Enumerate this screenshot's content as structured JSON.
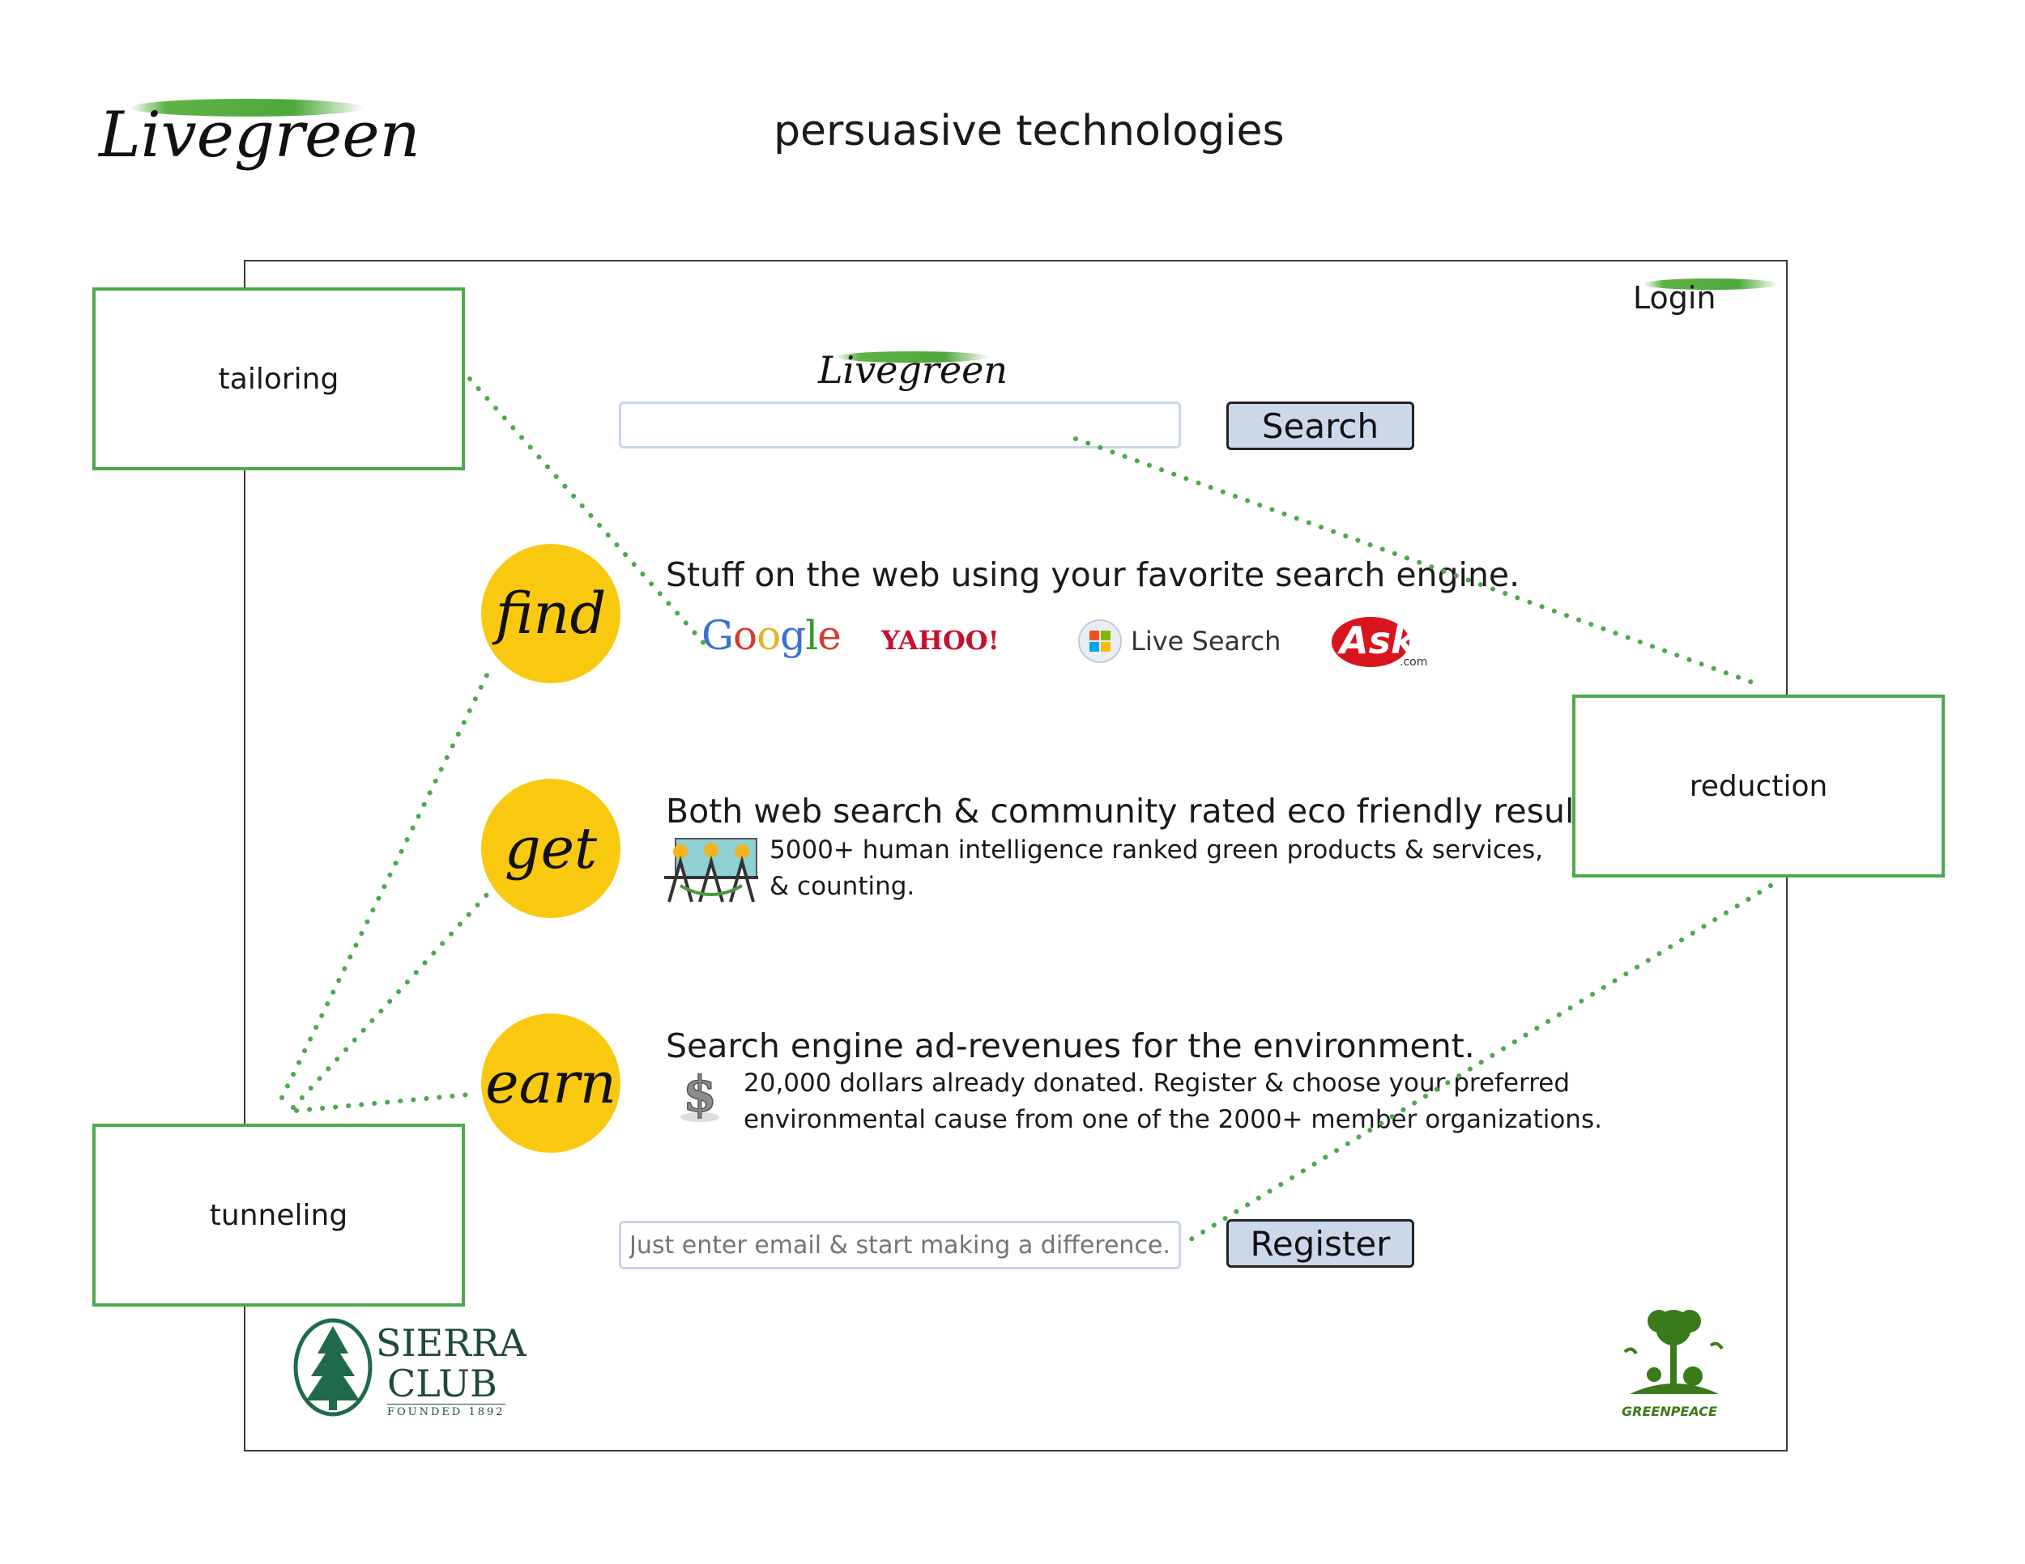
{
  "brand": {
    "name": "Livegreen",
    "accent": "#4caa4c",
    "brush": "#5fb348"
  },
  "page_title": "persuasive technologies",
  "annotations": {
    "tailoring": "tailoring",
    "reduction": "reduction",
    "tunneling": "tunneling"
  },
  "mockup": {
    "login_label": "Login",
    "logo_text": "Livegreen",
    "search_input_value": "",
    "search_button": "Search",
    "sections": {
      "find": {
        "badge": "find",
        "headline": "Stuff on the web using your favorite search engine.",
        "engines": [
          "Google",
          "YAHOO!",
          "Live Search",
          "Ask",
          ".com"
        ]
      },
      "get": {
        "badge": "get",
        "headline": "Both web search & community rated eco friendly results.",
        "line1": "5000+ human intelligence ranked green products & services,",
        "line2": "& counting."
      },
      "earn": {
        "badge": "earn",
        "headline": "Search engine ad-revenues for the environment.",
        "line1": "20,000 dollars already donated. Register & choose your preferred",
        "line2": "environmental cause from one of the 2000+ member organizations."
      }
    },
    "email_placeholder": "Just enter email & start making a difference.",
    "register_button": "Register",
    "sponsors": {
      "sierra_1": "SIERRA",
      "sierra_2": "CLUB",
      "sierra_3": "FOUNDED 1892",
      "greenpeace": "GREENPEACE"
    }
  },
  "colors": {
    "badge": "#f9c910",
    "button": "#cad8ea",
    "field_border": "#c9d6e6",
    "dots": "#4caa4c"
  },
  "icons": [
    "windows-flag-icon",
    "people-icon",
    "dollar-icon",
    "pine-tree-icon",
    "tree-animals-icon"
  ]
}
